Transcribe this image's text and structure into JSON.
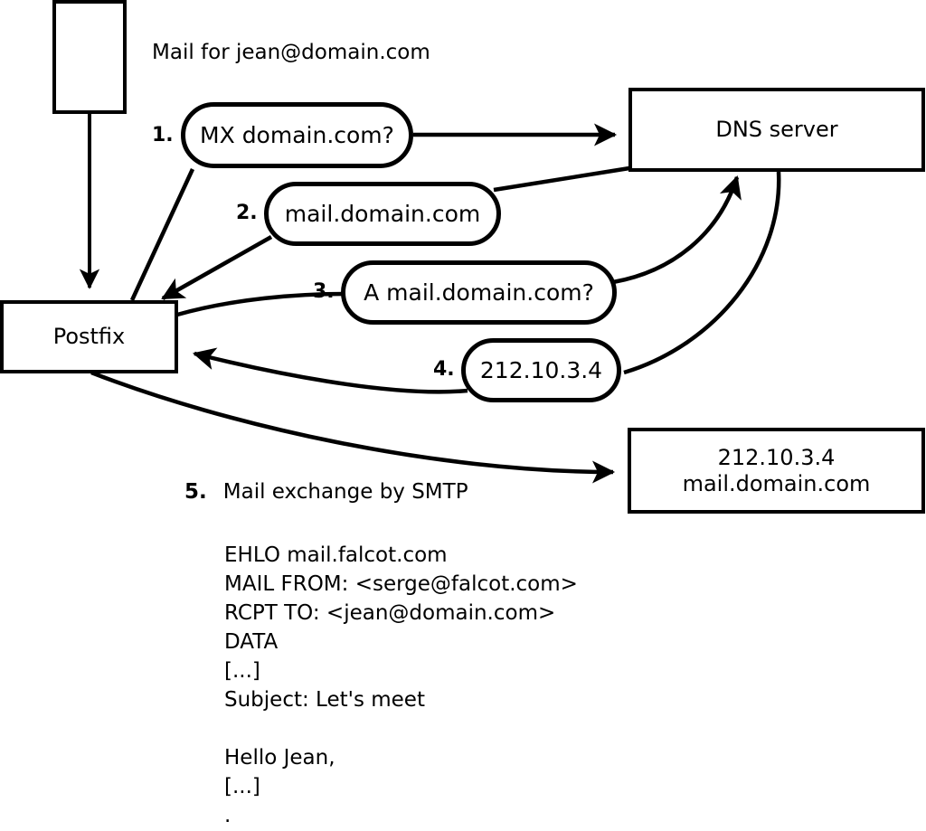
{
  "diagram": {
    "title_label": "Mail for jean@domain.com",
    "nodes": {
      "sender_box": "",
      "postfix": "Postfix",
      "dns_server": "DNS server",
      "target_server": "212.10.3.4\nmail.domain.com"
    },
    "steps": [
      {
        "number": "1.",
        "label": "MX domain.com?"
      },
      {
        "number": "2.",
        "label": "mail.domain.com"
      },
      {
        "number": "3.",
        "label": "A mail.domain.com?"
      },
      {
        "number": "4.",
        "label": "212.10.3.4"
      }
    ],
    "step5": {
      "number": "5.",
      "label": "Mail exchange by SMTP"
    },
    "smtp_transcript": "EHLO mail.falcot.com\nMAIL FROM: <serge@falcot.com>\nRCPT TO: <jean@domain.com>\nDATA\n[...]\nSubject: Let's meet\n\nHello Jean,\n[...]\n.",
    "colors": {
      "stroke": "#000000",
      "fill": "#ffffff",
      "background": "#ffffff"
    }
  }
}
